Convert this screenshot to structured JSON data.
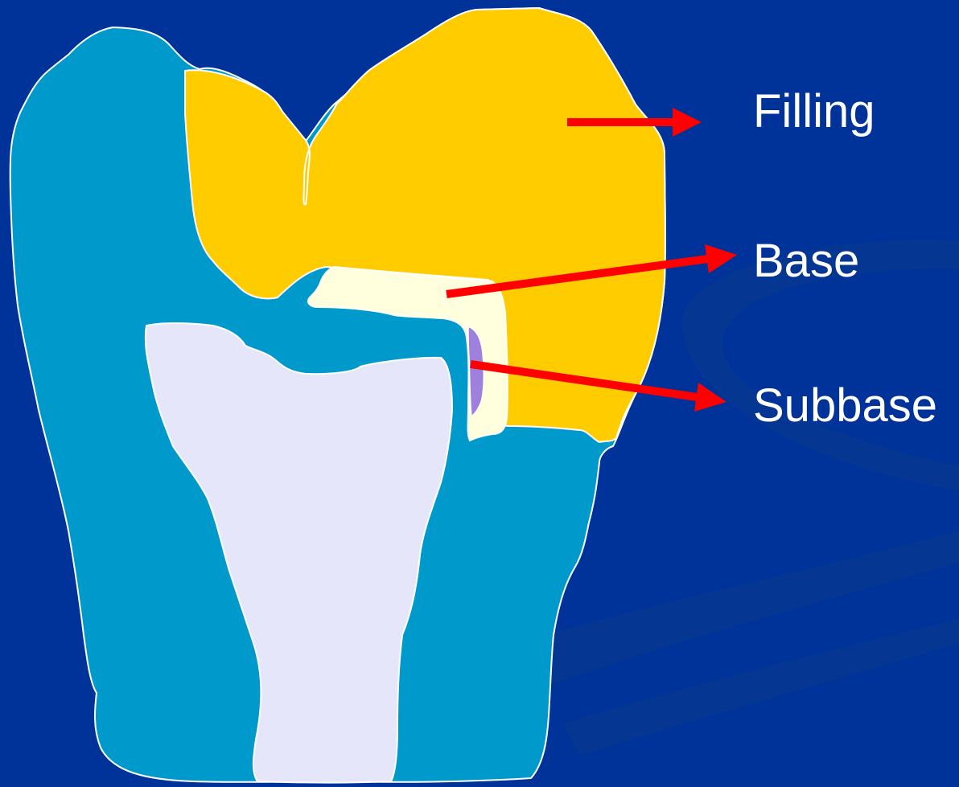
{
  "labels": {
    "filling": "Filling",
    "base": "Base",
    "subbase": "Subbase"
  },
  "colors": {
    "background": "#003399",
    "tooth_outer": "#0099cc",
    "pulp": "#e6e6fa",
    "filling": "#ffcc00",
    "base": "#ffffdd",
    "subbase": "#a080dd",
    "arrow": "#ff0000",
    "outline": "#ffffff"
  }
}
